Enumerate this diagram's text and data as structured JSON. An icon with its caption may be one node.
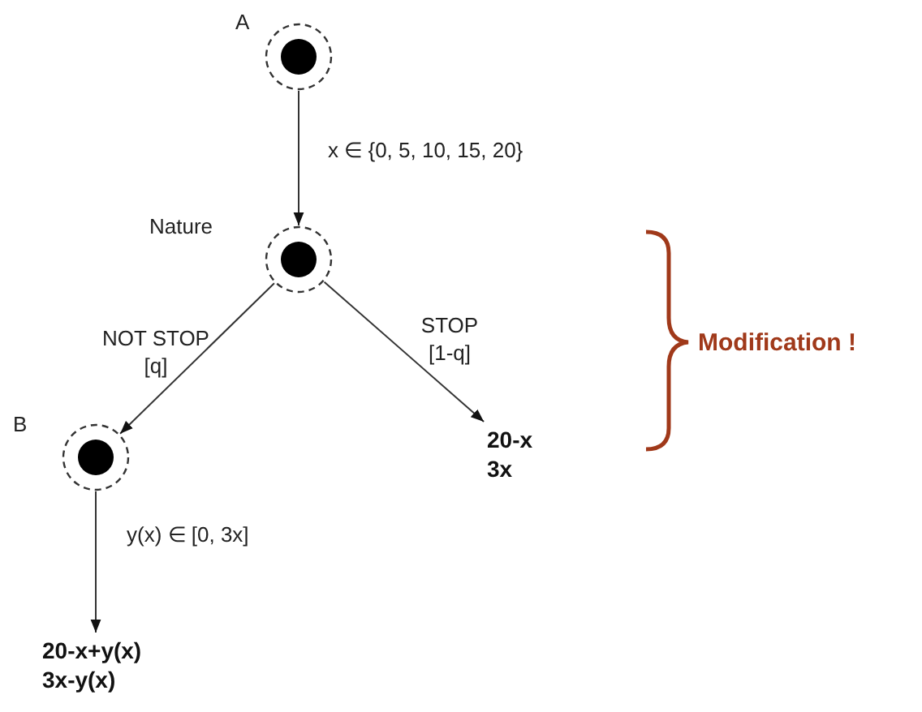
{
  "diagram": {
    "nodes": [
      {
        "text": [
          "A"
        ]
      },
      {
        "text": [
          "Nature"
        ]
      },
      {
        "text": [
          "B"
        ]
      },
      {
        "text": [
          "20-x",
          "3x"
        ]
      },
      {
        "text": [
          "20-x+y(x)",
          "3x-y(x)"
        ]
      }
    ],
    "edges": [
      {
        "from": 0,
        "to": 1,
        "arrow": "to",
        "label": "x ∈ {0, 5, 10, 15, 20}"
      },
      {
        "from": 1,
        "to": 2,
        "arrow": "to",
        "label": "NOT STOP [q]"
      },
      {
        "from": 1,
        "to": 3,
        "arrow": "to",
        "label": "STOP [1-q]"
      },
      {
        "from": 2,
        "to": 4,
        "arrow": "to",
        "label": "y(x) ∈ [0, 3x]"
      }
    ],
    "labels": [
      "Modification !"
    ]
  }
}
